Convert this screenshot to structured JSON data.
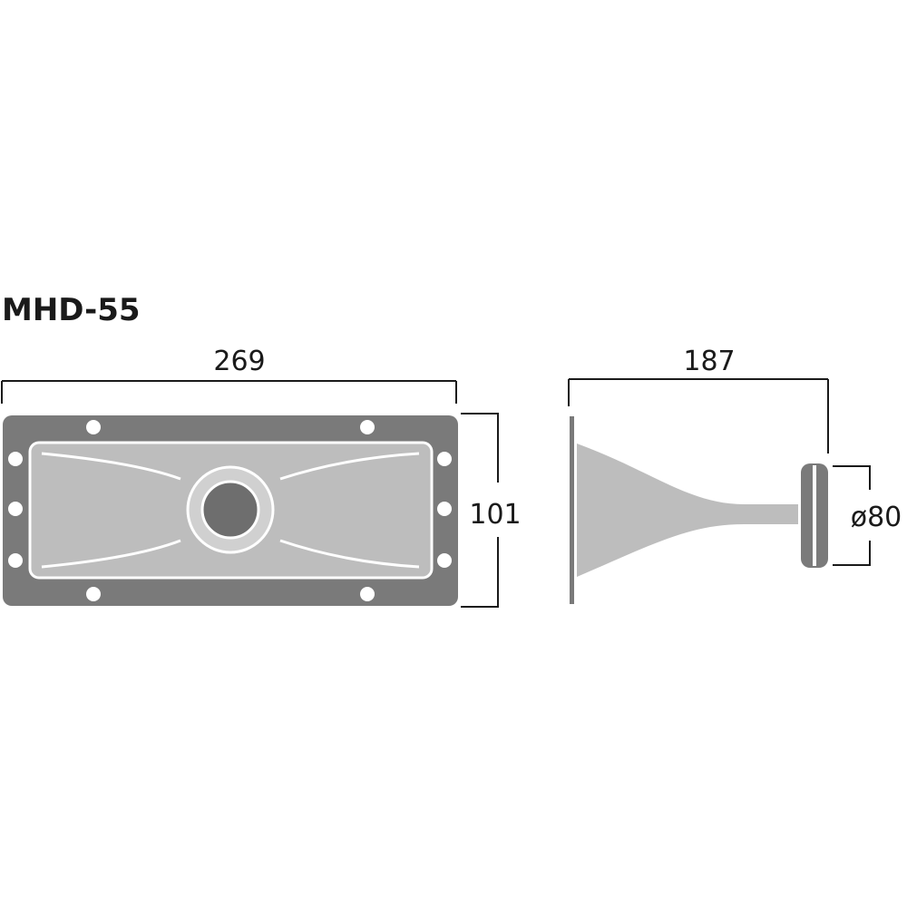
{
  "title": "MHD-55",
  "front_view": {
    "width_label": "269",
    "height_label": "101"
  },
  "side_view": {
    "length_label": "187",
    "diameter_label": "ø80"
  },
  "colors": {
    "frame": "#7a7a7a",
    "panel": "#bdbdbd",
    "throat": "#6e6e6e",
    "line": "#1a1a1a",
    "background": "#ffffff"
  }
}
